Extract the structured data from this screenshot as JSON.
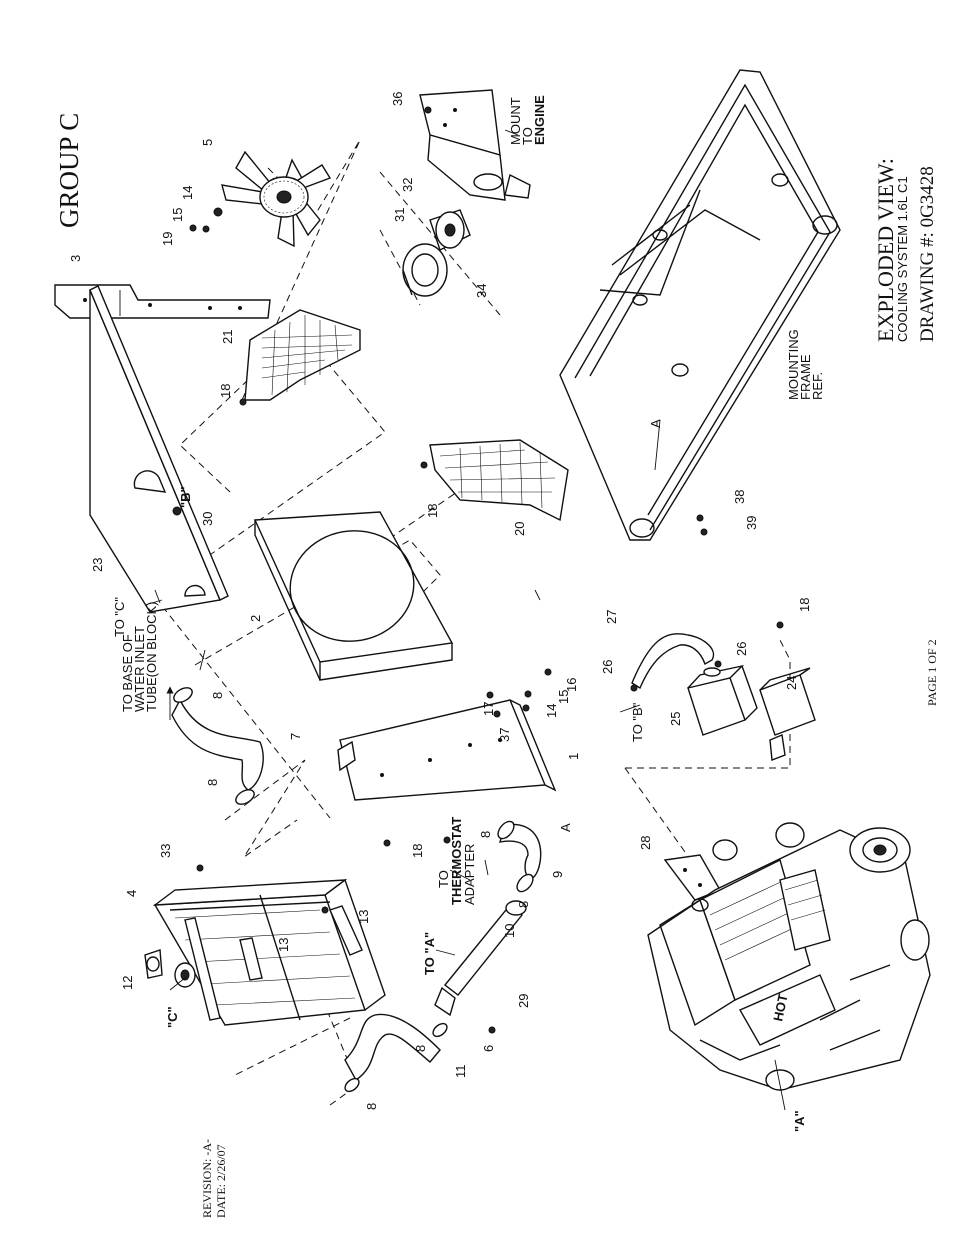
{
  "drawing": {
    "group": "GROUP C",
    "title_line1": "EXPLODED VIEW:",
    "title_line2": "COOLING SYSTEM 1.6L C1",
    "title_line3": "DRAWING #: 0G3428",
    "page": "PAGE 1 OF 2",
    "revision": "REVISION: -A-",
    "date": "DATE: 2/26/07"
  },
  "callouts": {
    "to_base_1": "TO BASE OF",
    "to_base_2": "WATER INLET",
    "to_base_3": "TUBE(ON BLOCK)",
    "to_thermo_1": "TO",
    "to_thermo_2": "THERMOSTAT",
    "to_thermo_3": "ADAPTER",
    "mount_1": "MOUNT",
    "mount_2": "TO",
    "mount_3": "ENGINE",
    "frame_1": "MOUNTING",
    "frame_2": "FRAME",
    "frame_3": "REF.",
    "to_c": "TO \"C\"",
    "to_a": "TO \"A\"",
    "to_b": "TO \"B\"",
    "ref_b": "\"B\"",
    "ref_c": "\"C\"",
    "ref_a_engine": "\"A\"",
    "ref_a": "A",
    "ref_a2": "A",
    "hot": "HOT"
  },
  "parts": {
    "p1": "1",
    "p2": "2",
    "p3": "3",
    "p4": "4",
    "p5": "5",
    "p6": "6",
    "p7": "7",
    "p8a": "8",
    "p8b": "8",
    "p8c": "8",
    "p8d": "8",
    "p8e": "8",
    "p9": "9",
    "p10": "10",
    "p11": "11",
    "p12": "12",
    "p13a": "13",
    "p13b": "13",
    "p14a": "14",
    "p14b": "14",
    "p15a": "15",
    "p15b": "15",
    "p16": "16",
    "p17": "17",
    "p18a": "18",
    "p18b": "18",
    "p18c": "18",
    "p18d": "18",
    "p19": "19",
    "p20": "20",
    "p21": "21",
    "p23": "23",
    "p24": "24",
    "p25": "25",
    "p26a": "26",
    "p26b": "26",
    "p27": "27",
    "p28": "28",
    "p29": "29",
    "p30": "30",
    "p31": "31",
    "p32": "32",
    "p33": "33",
    "p34": "34",
    "p36": "36",
    "p37": "37",
    "p38": "38",
    "p39": "39"
  }
}
